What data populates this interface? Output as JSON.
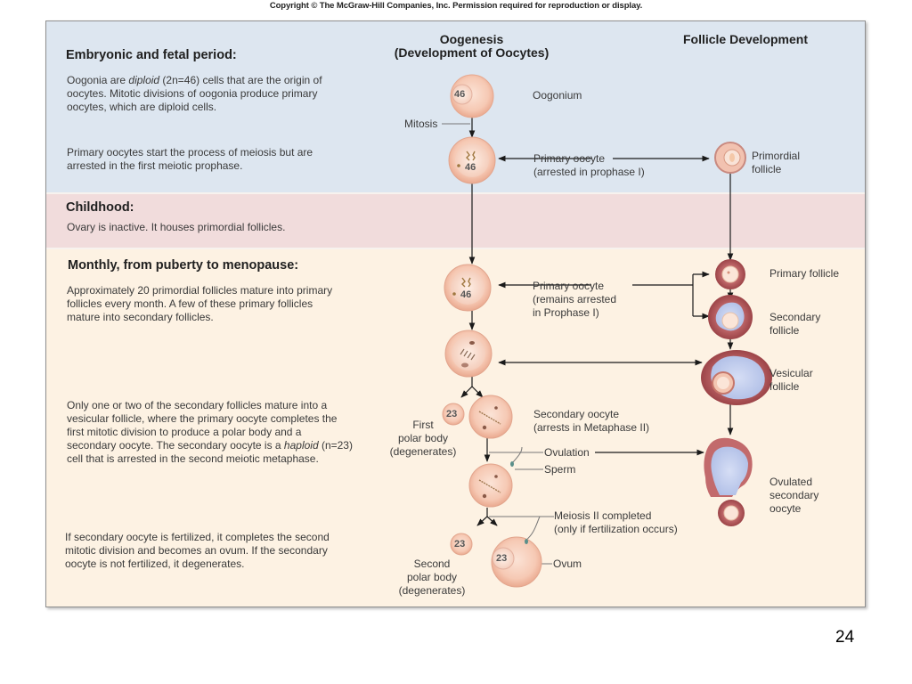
{
  "copyright": "Copyright © The McGraw-Hill Companies, Inc. Permission required for reproduction or display.",
  "columns": {
    "oogenesis": "Oogenesis\n(Development of Oocytes)",
    "oogenesis_line1": "Oogenesis",
    "oogenesis_line2": "(Development of Oocytes)",
    "follicle": "Follicle Development"
  },
  "bands": {
    "embryonic": {
      "title": "Embryonic and fetal period:",
      "para1_before": "Oogonia are ",
      "para1_italic": "diploid",
      "para1_after": " (2n=46) cells that are the origin of oocytes. Mitotic divisions of oogonia produce primary oocytes, which are diploid cells.",
      "para2": "Primary oocytes start the process of meiosis but are arrested in the first meiotic prophase."
    },
    "childhood": {
      "title": "Childhood:",
      "para1": "Ovary is inactive. It houses primordial follicles."
    },
    "puberty": {
      "title": "Monthly, from puberty to menopause:",
      "para1": "Approximately 20 primordial follicles mature into primary follicles every month. A few of these primary follicles mature into secondary follicles.",
      "para2_before": "Only one or two of the secondary follicles mature into a vesicular follicle, where the primary oocyte completes the first mitotic division to produce a polar body and a secondary oocyte. The secondary oocyte is a ",
      "para2_italic": "haploid",
      "para2_after": " (n=23) cell that is arrested in the second meiotic metaphase.",
      "para3": "If secondary oocyte is fertilized, it completes the second mitotic division and becomes an ovum. If the secondary oocyte is not fertilized, it degenerates."
    }
  },
  "cells": {
    "oogonium_n": "46",
    "primary1_n": "46",
    "primary2_n": "46",
    "first_polar_n": "23",
    "second_polar_n": "23",
    "ovum_n": "23"
  },
  "labels": {
    "oogonium": "Oogonium",
    "mitosis": "Mitosis",
    "primary_oocyte_1": "Primary oocyte",
    "primary_oocyte_1b": "(arrested in prophase I)",
    "primordial_1": "Primordial",
    "primordial_2": "follicle",
    "primary_oocyte_2": "Primary oocyte",
    "primary_oocyte_2b": "(remains arrested",
    "primary_oocyte_2c": "in Prophase I)",
    "primary_follicle": "Primary follicle",
    "secondary_follicle_1": "Secondary",
    "secondary_follicle_2": "follicle",
    "vesicular_1": "Vesicular",
    "vesicular_2": "follicle",
    "first_polar_1": "First",
    "first_polar_2": "polar body",
    "first_polar_3": "(degenerates)",
    "secondary_oocyte_1": "Secondary oocyte",
    "secondary_oocyte_2": "(arrests in Metaphase II)",
    "ovulation": "Ovulation",
    "sperm": "Sperm",
    "ovulated_1": "Ovulated",
    "ovulated_2": "secondary",
    "ovulated_3": "oocyte",
    "meiosis2_1": "Meiosis II completed",
    "meiosis2_2": "(only if fertilization occurs)",
    "second_polar_1": "Second",
    "second_polar_2": "polar body",
    "second_polar_3": "(degenerates)",
    "ovum": "Ovum"
  },
  "colors": {
    "embryonic_band": "#dde6f0",
    "childhood_band": "#f1dcdc",
    "puberty_band": "#fdf2e3",
    "cell_fill": "#f7c9b3",
    "follicle_wall": "#b4585a",
    "antrum": "#b9c7ea"
  },
  "page_number": "24"
}
